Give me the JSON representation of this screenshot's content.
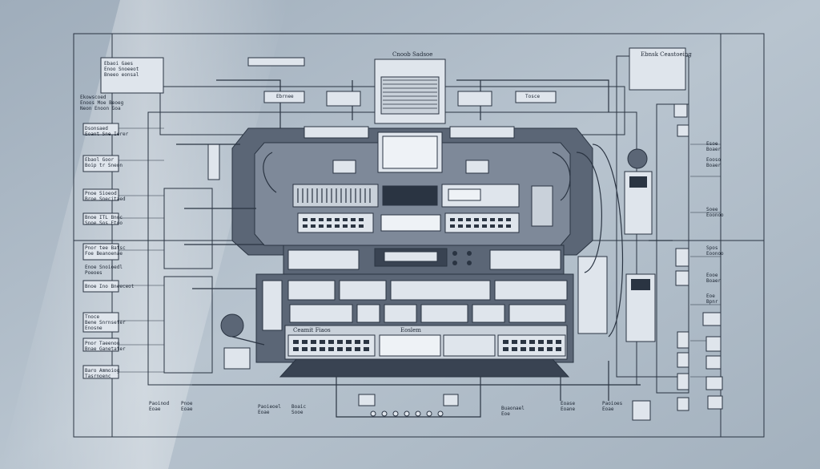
{
  "diagram": {
    "top_title": "Cnoob Sadsoe",
    "corner_title": "Ebnsk Ceastoeing",
    "patch_panel_label": "Ceamit Fiaos",
    "patch_panel_label_2": "Eoslem",
    "left_boxes": [
      "Dsonsaed\nEoant Sne Ierer",
      "Ebaol Goor\nBoip tr Sneon",
      "Pnoe Sioeod\nBroe Snecitaed",
      "Bnoe ITL Bnoc\nSnoe Sos Etoo",
      "Pnor tee Batsc\nFoe Beanoenae",
      "Enoe Snoioedl\nPoeoes",
      "Bnoe Ino Bneeceot",
      "Tnoce\nBene Snrnseter\nEnosne",
      "Pnor Taeenoo\nBnae Ganetater",
      "Baro Ammoiog\nTasrnoenc"
    ],
    "top_left_box": "Ebaoi Gaes\nEnoo Snoeeot\nBneeo eonsal",
    "side_note_left": "Ekowscoed\nEnoos Moe Beoeg\nNeon Enoon Goa",
    "top_center_label": "Ebrnee",
    "top_center_label_2": "Tosce",
    "right_notes": [
      "Esoe\nBoaer",
      "Eooso\nBoaer",
      "Soee\nEoonoo",
      "Spos\nEoonoo",
      "Eooe\nBoaer",
      "Eoe\nBpnr"
    ],
    "bottom_labels": [
      "Paoinod\nEoae",
      "Pnoe\nEoae",
      "Paoieoel\nEoae",
      "Boaic\nSooe",
      "Buaonael\nEoe",
      "Eoase\nEoane",
      "Paoioes\nEoae"
    ],
    "colors": {
      "line": "#2a3442",
      "panel": "#dfe5ec",
      "device": "#5b6676",
      "device_dark": "#394352"
    }
  }
}
